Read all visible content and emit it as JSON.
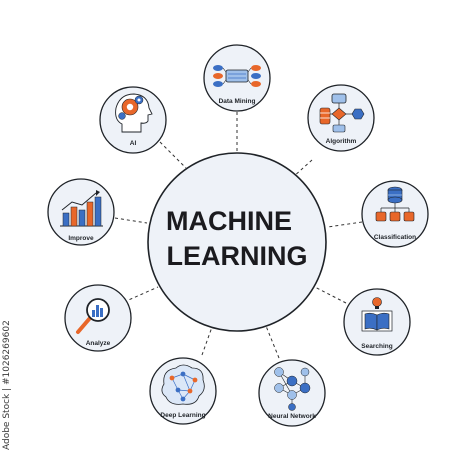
{
  "center": {
    "line1": "MACHINE",
    "line2": "LEARNING"
  },
  "nodes": [
    {
      "id": "data-mining",
      "label": "Data Mining",
      "icon": "database-network-icon"
    },
    {
      "id": "algorithm",
      "label": "Algorithm",
      "icon": "flowchart-icon"
    },
    {
      "id": "classification",
      "label": "Classification",
      "icon": "database-tree-icon"
    },
    {
      "id": "searching",
      "label": "Searching",
      "icon": "book-lightbulb-icon"
    },
    {
      "id": "neural-network",
      "label": "Neural Network",
      "icon": "neural-network-icon"
    },
    {
      "id": "deep-learning",
      "label": "Deep Learning",
      "icon": "brain-network-icon"
    },
    {
      "id": "analyze",
      "label": "Analyze",
      "icon": "magnifier-chart-icon"
    },
    {
      "id": "improve",
      "label": "Improve",
      "icon": "bar-chart-growth-icon"
    },
    {
      "id": "ai",
      "label": "AI",
      "icon": "head-gear-icon"
    }
  ],
  "stock_id": "Adobe Stock | #1026269602",
  "colors": {
    "circle_fill": "#eef2f8",
    "circle_stroke": "#1f2328",
    "accent_orange": "#e8672a",
    "accent_blue": "#3b6fc4",
    "accent_light_blue": "#9fc0ea"
  }
}
